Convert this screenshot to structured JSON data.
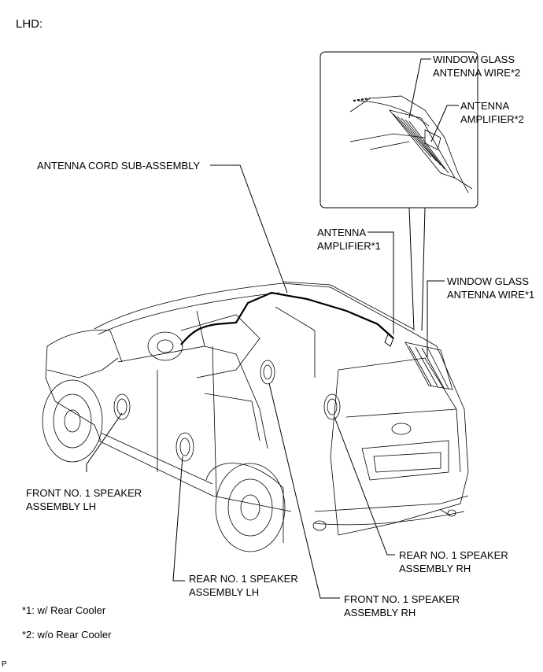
{
  "header": {
    "title": "LHD:"
  },
  "labels": {
    "window_glass_antenna_wire_2": [
      "WINDOW GLASS",
      "ANTENNA WIRE*2"
    ],
    "antenna_amplifier_2": [
      "ANTENNA",
      "AMPLIFIER*2"
    ],
    "antenna_cord_sub_assembly": [
      "ANTENNA CORD SUB-ASSEMBLY"
    ],
    "antenna_amplifier_1": [
      "ANTENNA",
      "AMPLIFIER*1"
    ],
    "window_glass_antenna_wire_1": [
      "WINDOW GLASS",
      "ANTENNA WIRE*1"
    ],
    "front_no1_speaker_lh": [
      "FRONT NO. 1 SPEAKER",
      "ASSEMBLY LH"
    ],
    "rear_no1_speaker_rh": [
      "REAR NO. 1 SPEAKER",
      "ASSEMBLY RH"
    ],
    "rear_no1_speaker_lh": [
      "REAR NO. 1 SPEAKER",
      "ASSEMBLY LH"
    ],
    "front_no1_speaker_rh": [
      "FRONT NO. 1 SPEAKER",
      "ASSEMBLY RH"
    ]
  },
  "footnotes": {
    "note_1": "*1: w/ Rear Cooler",
    "note_2": "*2: w/o Rear Cooler"
  },
  "figure_code": "P"
}
